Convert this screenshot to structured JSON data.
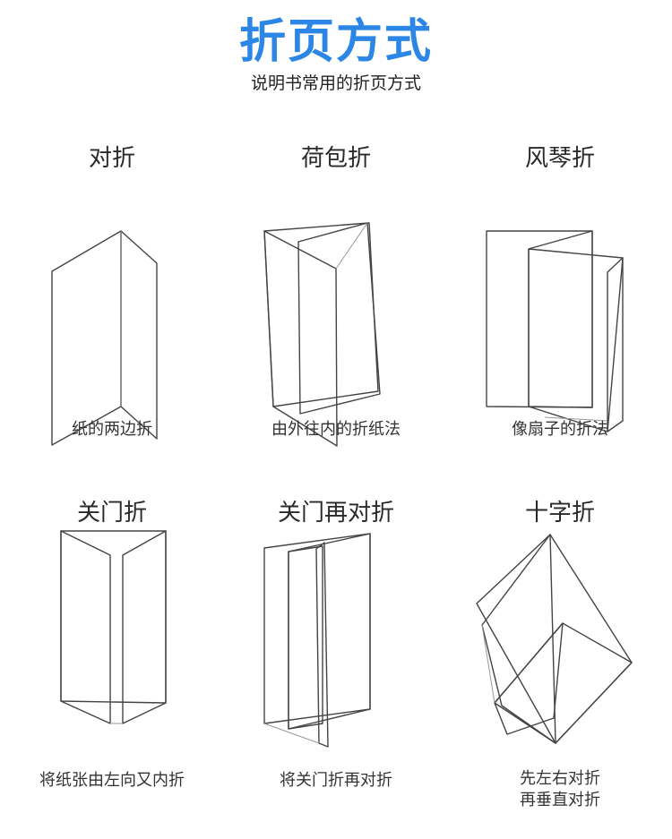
{
  "header": {
    "title": "折页方式",
    "subtitle": "说明书常用的折页方式",
    "accent_color": "#2b86e6"
  },
  "folds": [
    {
      "name": "对折",
      "desc": [
        "纸的两边折"
      ]
    },
    {
      "name": "荷包折",
      "desc": [
        "由外往内的折纸法"
      ]
    },
    {
      "name": "风琴折",
      "desc": [
        "像扇子的折法"
      ]
    },
    {
      "name": "关门折",
      "desc": [
        "将纸张由左向又内折"
      ]
    },
    {
      "name": "关门再对折",
      "desc": [
        "将关门折再对折"
      ]
    },
    {
      "name": "十字折",
      "desc": [
        "先左右对折",
        "再垂直对折"
      ]
    }
  ]
}
